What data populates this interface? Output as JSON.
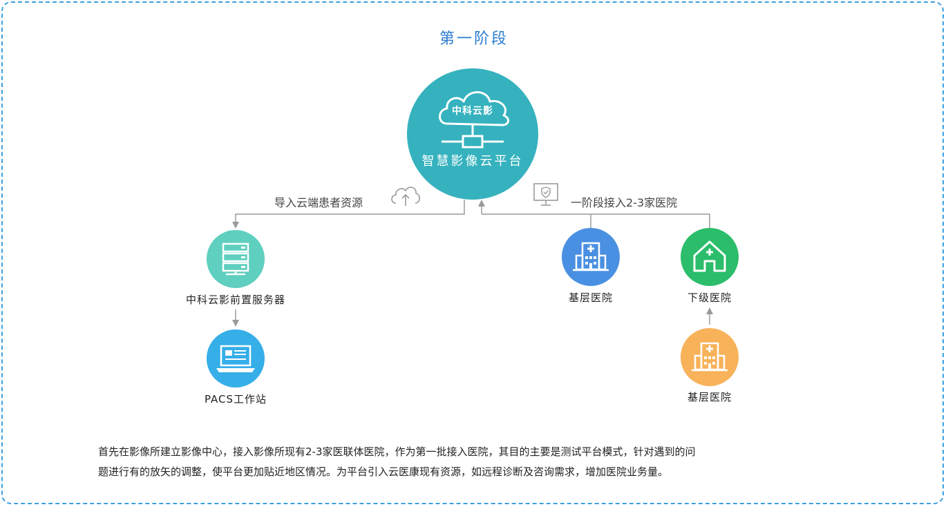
{
  "diagram_title": "第一阶段",
  "hub": {
    "cloud_text": "中科云影",
    "label": "智慧影像云平台"
  },
  "flows": {
    "left_label": "导入云端患者资源",
    "right_label": "一阶段接入2-3家医院"
  },
  "nodes": {
    "server": {
      "label": "中科云影前置服务器"
    },
    "pacs": {
      "label": "PACS工作站"
    },
    "hospital_primary_right": {
      "label": "基层医院"
    },
    "hospital_lower": {
      "label": "下级医院"
    },
    "hospital_primary_bottom": {
      "label": "基层医院"
    }
  },
  "description": {
    "line1": "首先在影像所建立影像中心，接入影像所现有2-3家医联体医院，作为第一批接入医院，其目的主要是测试平台模式，针对遇到的问",
    "line2": "题进行有的放矢的调整，使平台更加贴近地区情况。为平台引入云医康现有资源，如远程诊断及咨询需求，增加医院业务量。"
  },
  "colors": {
    "border": "#3aa0e0",
    "title": "#2a7bd0",
    "hub": "#35b2be",
    "server": "#5fcfbf",
    "pacs": "#36aee8",
    "hospital_blue": "#4a90e2",
    "hospital_green": "#2bbd6b",
    "hospital_orange": "#f7b25a",
    "connector": "#9a9a9a"
  },
  "icons": {
    "hub": "cloud-network-icon",
    "import": "cloud-upload-icon",
    "access": "monitor-shield-icon",
    "server": "server-rack-icon",
    "pacs": "laptop-icon",
    "hospital": "hospital-building-icon",
    "lower_hospital": "house-cross-icon"
  }
}
